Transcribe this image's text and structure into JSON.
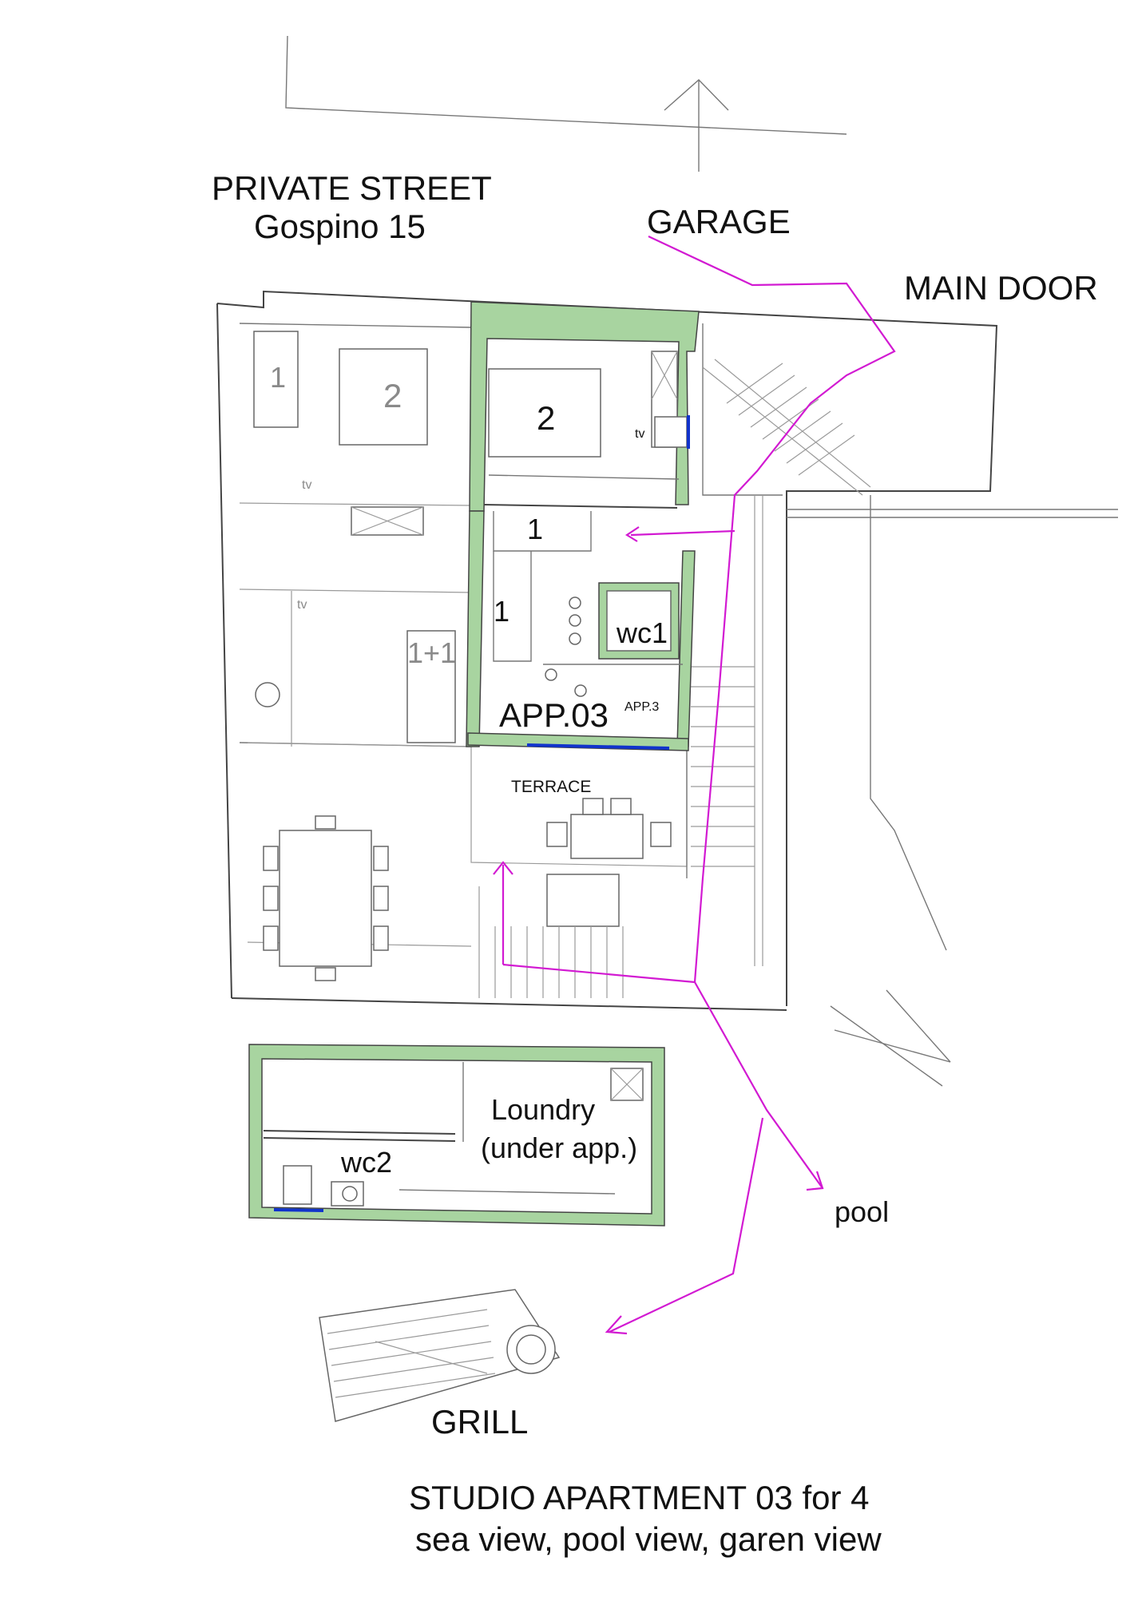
{
  "labels": {
    "street_line1": "PRIVATE STREET",
    "street_line2": "Gospino 15",
    "garage": "GARAGE",
    "main_door": "MAIN DOOR",
    "bed_1_left": "1",
    "bed_2_left": "2",
    "bed_2_app": "2",
    "bed_1_top": "1",
    "bed_1_side": "1",
    "sofa_bed": "1+1",
    "tv_app": "tv",
    "tv_left_top": "tv",
    "tv_left_mid": "tv",
    "wc1": "wc1",
    "app_main": "APP.03",
    "app_small": "APP.3",
    "terrace": "TERRACE",
    "laundry_line1": "Loundry",
    "laundry_line2": "(under app.)",
    "wc2": "wc2",
    "pool": "pool",
    "grill": "GRILL",
    "footer_line1": "STUDIO APARTMENT 03 for 4",
    "footer_line2": "sea view, pool view, garen view"
  },
  "colors": {
    "apartment_wall": "#a8d4a0",
    "route": "#d21ad2",
    "window": "#1133cc"
  }
}
